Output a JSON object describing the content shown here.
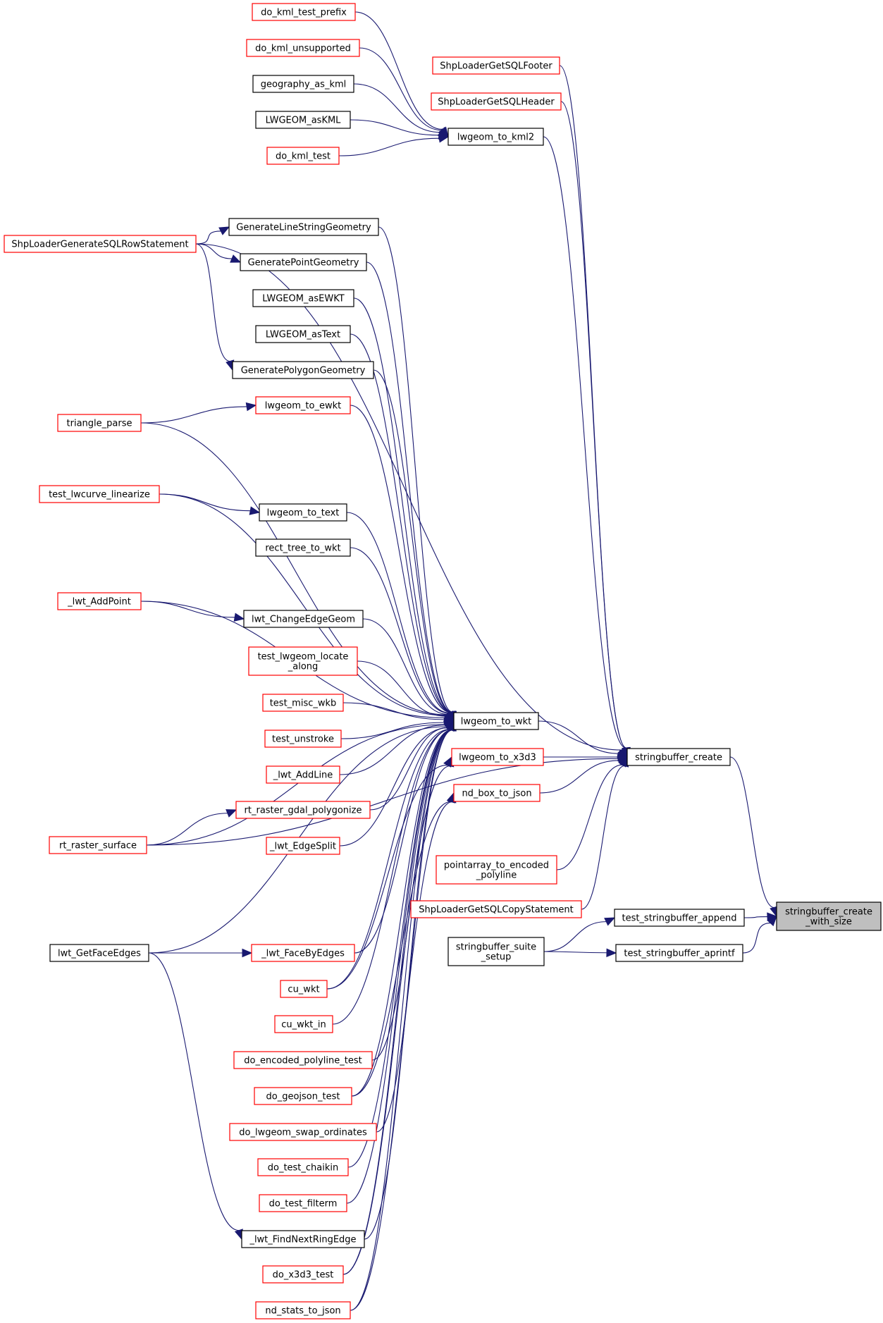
{
  "colors": {
    "edge": "#191970",
    "truncated": "#ff0000",
    "normal": "#000000",
    "root_fill": "#bfbfbf"
  },
  "nodes": {
    "n_kml_prefix": {
      "lines": [
        "do_kml_test_prefix"
      ],
      "style": "truncated"
    },
    "n_kml_unsup": {
      "lines": [
        "do_kml_unsupported"
      ],
      "style": "truncated"
    },
    "n_geog_kml": {
      "lines": [
        "geography_as_kml"
      ],
      "style": "normal"
    },
    "n_lw_askml": {
      "lines": [
        "LWGEOM_asKML"
      ],
      "style": "normal"
    },
    "n_kml_test": {
      "lines": [
        "do_kml_test"
      ],
      "style": "truncated"
    },
    "n_kml2": {
      "lines": [
        "lwgeom_to_kml2"
      ],
      "style": "normal"
    },
    "n_sqlfooter": {
      "lines": [
        "ShpLoaderGetSQLFooter"
      ],
      "style": "truncated"
    },
    "n_sqlheader": {
      "lines": [
        "ShpLoaderGetSQLHeader"
      ],
      "style": "truncated"
    },
    "n_rowstmt": {
      "lines": [
        "ShpLoaderGenerateSQLRowStatement"
      ],
      "style": "truncated"
    },
    "n_genline": {
      "lines": [
        "GenerateLineStringGeometry"
      ],
      "style": "normal"
    },
    "n_genpoint": {
      "lines": [
        "GeneratePointGeometry"
      ],
      "style": "normal"
    },
    "n_asewkt": {
      "lines": [
        "LWGEOM_asEWKT"
      ],
      "style": "normal"
    },
    "n_astext": {
      "lines": [
        "LWGEOM_asText"
      ],
      "style": "normal"
    },
    "n_genpoly": {
      "lines": [
        "GeneratePolygonGeometry"
      ],
      "style": "normal"
    },
    "n_to_ewkt": {
      "lines": [
        "lwgeom_to_ewkt"
      ],
      "style": "truncated"
    },
    "n_triangle": {
      "lines": [
        "triangle_parse"
      ],
      "style": "truncated"
    },
    "n_curve_lin": {
      "lines": [
        "test_lwcurve_linearize"
      ],
      "style": "truncated"
    },
    "n_to_text": {
      "lines": [
        "lwgeom_to_text"
      ],
      "style": "normal"
    },
    "n_recttree": {
      "lines": [
        "rect_tree_to_wkt"
      ],
      "style": "normal"
    },
    "n_addpoint": {
      "lines": [
        "_lwt_AddPoint"
      ],
      "style": "truncated"
    },
    "n_changeedge": {
      "lines": [
        "lwt_ChangeEdgeGeom"
      ],
      "style": "normal"
    },
    "n_locate": {
      "lines": [
        "test_lwgeom_locate",
        "_along"
      ],
      "style": "truncated"
    },
    "n_misc_wkb": {
      "lines": [
        "test_misc_wkb"
      ],
      "style": "truncated"
    },
    "n_to_wkt": {
      "lines": [
        "lwgeom_to_wkt"
      ],
      "style": "normal"
    },
    "n_unstroke": {
      "lines": [
        "test_unstroke"
      ],
      "style": "truncated"
    },
    "n_x3d3": {
      "lines": [
        "lwgeom_to_x3d3"
      ],
      "style": "truncated"
    },
    "n_addline": {
      "lines": [
        "_lwt_AddLine"
      ],
      "style": "truncated"
    },
    "n_ndbox": {
      "lines": [
        "nd_box_to_json"
      ],
      "style": "truncated"
    },
    "n_sb_create": {
      "lines": [
        "stringbuffer_create"
      ],
      "style": "normal"
    },
    "n_gdalpoly": {
      "lines": [
        "rt_raster_gdal_polygonize"
      ],
      "style": "truncated"
    },
    "n_surface": {
      "lines": [
        "rt_raster_surface"
      ],
      "style": "truncated"
    },
    "n_edgesplit": {
      "lines": [
        "_lwt_EdgeSplit"
      ],
      "style": "truncated"
    },
    "n_encpoly": {
      "lines": [
        "pointarray_to_encoded",
        "_polyline"
      ],
      "style": "truncated"
    },
    "n_copystmt": {
      "lines": [
        "ShpLoaderGetSQLCopyStatement"
      ],
      "style": "truncated"
    },
    "n_test_append": {
      "lines": [
        "test_stringbuffer_append"
      ],
      "style": "normal"
    },
    "n_root": {
      "lines": [
        "stringbuffer_create",
        "_with_size"
      ],
      "style": "root"
    },
    "n_suite": {
      "lines": [
        "stringbuffer_suite",
        "_setup"
      ],
      "style": "normal"
    },
    "n_test_aprintf": {
      "lines": [
        "test_stringbuffer_aprintf"
      ],
      "style": "normal"
    },
    "n_getface": {
      "lines": [
        "lwt_GetFaceEdges"
      ],
      "style": "normal"
    },
    "n_facebyedges": {
      "lines": [
        "_lwt_FaceByEdges"
      ],
      "style": "truncated"
    },
    "n_cu_wkt": {
      "lines": [
        "cu_wkt"
      ],
      "style": "truncated"
    },
    "n_cu_wkt_in": {
      "lines": [
        "cu_wkt_in"
      ],
      "style": "truncated"
    },
    "n_encpoly_test": {
      "lines": [
        "do_encoded_polyline_test"
      ],
      "style": "truncated"
    },
    "n_geojson": {
      "lines": [
        "do_geojson_test"
      ],
      "style": "truncated"
    },
    "n_swap": {
      "lines": [
        "do_lwgeom_swap_ordinates"
      ],
      "style": "truncated"
    },
    "n_chaikin": {
      "lines": [
        "do_test_chaikin"
      ],
      "style": "truncated"
    },
    "n_filterm": {
      "lines": [
        "do_test_filterm"
      ],
      "style": "truncated"
    },
    "n_nextring": {
      "lines": [
        "_lwt_FindNextRingEdge"
      ],
      "style": "normal"
    },
    "n_x3d3_test": {
      "lines": [
        "do_x3d3_test"
      ],
      "style": "truncated"
    },
    "n_ndstats": {
      "lines": [
        "nd_stats_to_json"
      ],
      "style": "truncated"
    }
  },
  "edges": [
    [
      "n_kml_prefix",
      "n_kml2"
    ],
    [
      "n_kml_unsup",
      "n_kml2"
    ],
    [
      "n_geog_kml",
      "n_kml2"
    ],
    [
      "n_lw_askml",
      "n_kml2"
    ],
    [
      "n_kml_test",
      "n_kml2"
    ],
    [
      "n_kml2",
      "n_sb_create"
    ],
    [
      "n_sqlfooter",
      "n_sb_create"
    ],
    [
      "n_sqlheader",
      "n_sb_create"
    ],
    [
      "n_rowstmt",
      "n_sb_create"
    ],
    [
      "n_rowstmt",
      "n_genline"
    ],
    [
      "n_rowstmt",
      "n_genpoint"
    ],
    [
      "n_rowstmt",
      "n_genpoly"
    ],
    [
      "n_genline",
      "n_to_wkt"
    ],
    [
      "n_genpoint",
      "n_to_wkt"
    ],
    [
      "n_asewkt",
      "n_to_wkt"
    ],
    [
      "n_astext",
      "n_to_wkt"
    ],
    [
      "n_genpoly",
      "n_to_wkt"
    ],
    [
      "n_triangle",
      "n_to_ewkt"
    ],
    [
      "n_to_ewkt",
      "n_to_wkt"
    ],
    [
      "n_triangle",
      "n_to_wkt"
    ],
    [
      "n_curve_lin",
      "n_to_wkt"
    ],
    [
      "n_curve_lin",
      "n_to_text"
    ],
    [
      "n_to_text",
      "n_to_wkt"
    ],
    [
      "n_recttree",
      "n_to_wkt"
    ],
    [
      "n_addpoint",
      "n_to_wkt"
    ],
    [
      "n_addpoint",
      "n_changeedge"
    ],
    [
      "n_changeedge",
      "n_to_wkt"
    ],
    [
      "n_locate",
      "n_to_wkt"
    ],
    [
      "n_misc_wkb",
      "n_to_wkt"
    ],
    [
      "n_unstroke",
      "n_to_wkt"
    ],
    [
      "n_addline",
      "n_to_wkt"
    ],
    [
      "n_gdalpoly",
      "n_to_wkt"
    ],
    [
      "n_surface",
      "n_gdalpoly"
    ],
    [
      "n_surface",
      "n_to_wkt"
    ],
    [
      "n_edgesplit",
      "n_to_wkt"
    ],
    [
      "n_getface",
      "n_to_wkt"
    ],
    [
      "n_getface",
      "n_facebyedges"
    ],
    [
      "n_facebyedges",
      "n_to_wkt"
    ],
    [
      "n_cu_wkt",
      "n_to_wkt"
    ],
    [
      "n_cu_wkt_in",
      "n_to_wkt"
    ],
    [
      "n_encpoly_test",
      "n_to_wkt"
    ],
    [
      "n_geojson",
      "n_to_wkt"
    ],
    [
      "n_swap",
      "n_to_wkt"
    ],
    [
      "n_chaikin",
      "n_to_wkt"
    ],
    [
      "n_filterm",
      "n_to_wkt"
    ],
    [
      "n_getface",
      "n_nextring"
    ],
    [
      "n_nextring",
      "n_to_wkt"
    ],
    [
      "n_x3d3_test",
      "n_to_wkt"
    ],
    [
      "n_ndstats",
      "n_to_wkt"
    ],
    [
      "n_cu_wkt",
      "n_x3d3"
    ],
    [
      "n_x3d3_test",
      "n_x3d3"
    ],
    [
      "n_geojson",
      "n_ndbox"
    ],
    [
      "n_ndstats",
      "n_ndbox"
    ],
    [
      "n_to_wkt",
      "n_sb_create"
    ],
    [
      "n_x3d3",
      "n_sb_create"
    ],
    [
      "n_ndbox",
      "n_sb_create"
    ],
    [
      "n_surface",
      "n_sb_create"
    ],
    [
      "n_encpoly",
      "n_sb_create"
    ],
    [
      "n_copystmt",
      "n_sb_create"
    ],
    [
      "n_sb_create",
      "n_root"
    ],
    [
      "n_test_append",
      "n_root"
    ],
    [
      "n_test_aprintf",
      "n_root"
    ],
    [
      "n_suite",
      "n_test_append"
    ],
    [
      "n_suite",
      "n_test_aprintf"
    ]
  ]
}
